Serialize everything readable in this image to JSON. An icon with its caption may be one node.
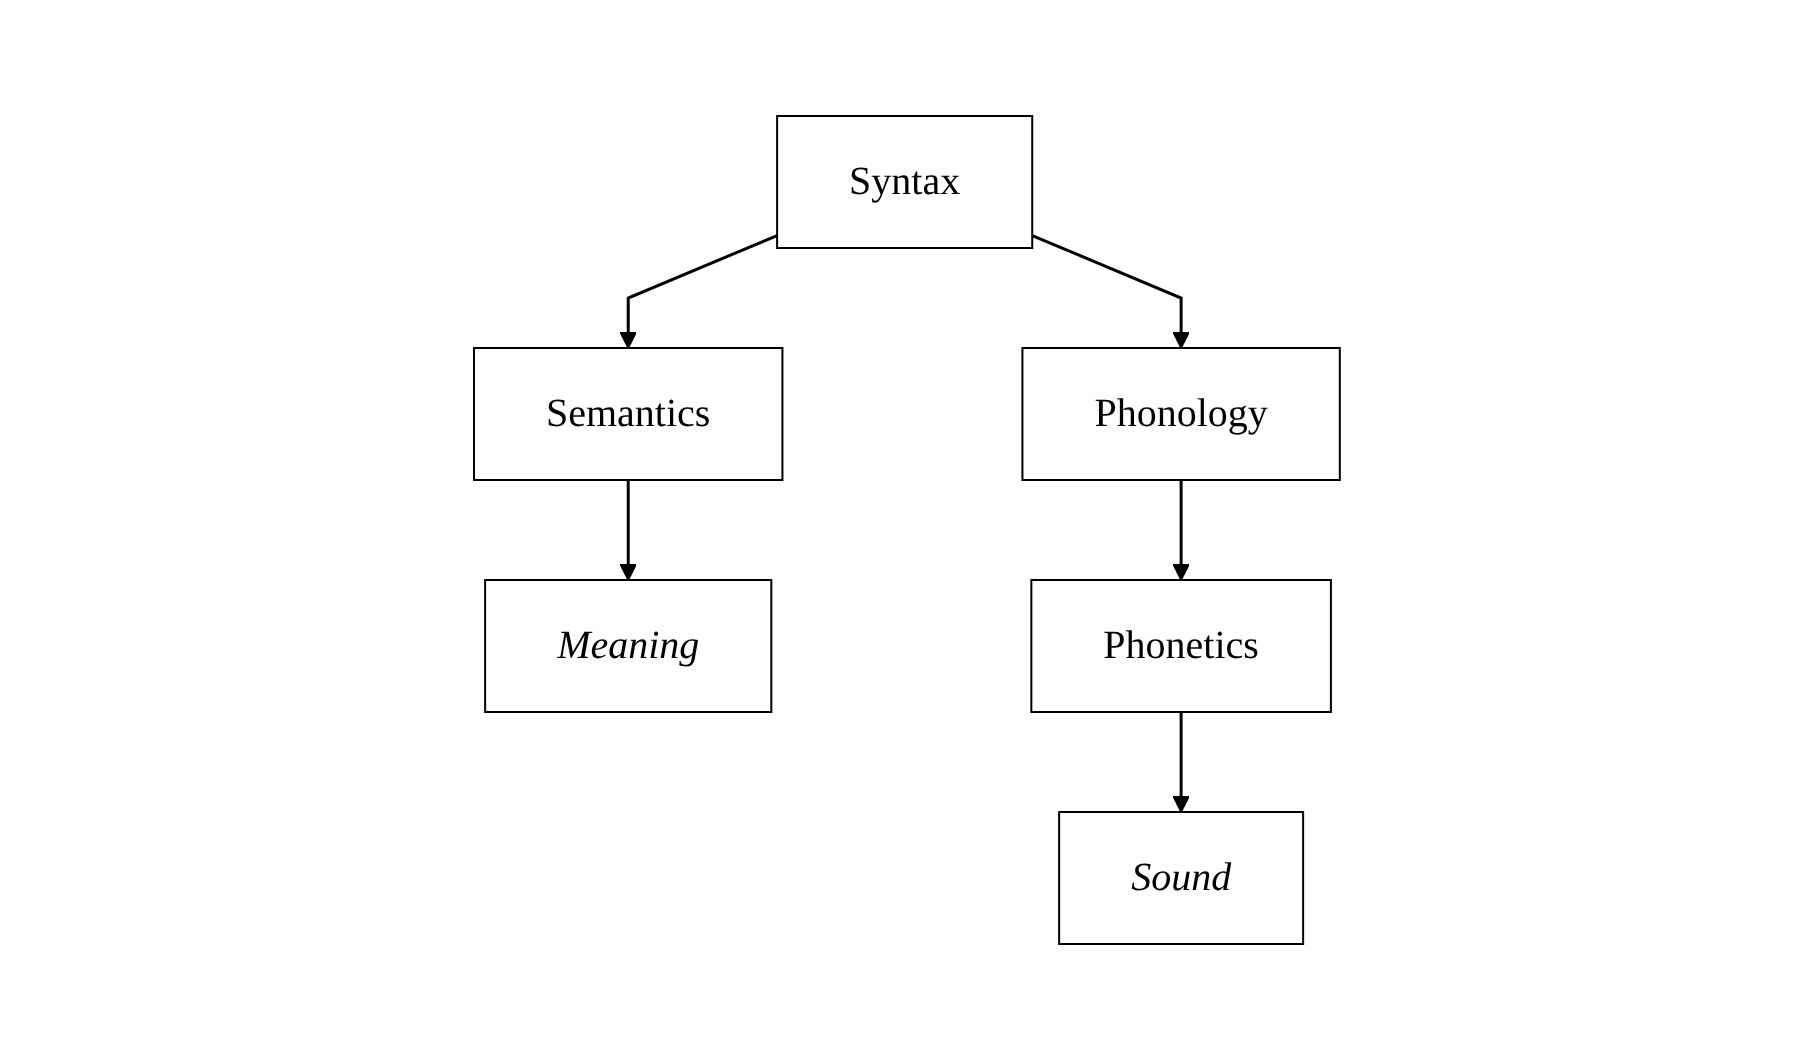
{
  "diagram": {
    "nodes": [
      {
        "text": [
          "Syntax"
        ]
      },
      {
        "text": [
          "Semantics"
        ]
      },
      {
        "text": [
          "Phonology"
        ]
      },
      {
        "text": [
          "Meaning"
        ]
      },
      {
        "text": [
          "Phonetics"
        ]
      },
      {
        "text": [
          "Sound"
        ]
      }
    ],
    "edges": [
      {
        "from": 0,
        "to": 1,
        "arrow": "to"
      },
      {
        "from": 0,
        "to": 2,
        "arrow": "to"
      },
      {
        "from": 1,
        "to": 3,
        "arrow": "to"
      },
      {
        "from": 2,
        "to": 4,
        "arrow": "to"
      },
      {
        "from": 4,
        "to": 5,
        "arrow": "to"
      }
    ]
  }
}
